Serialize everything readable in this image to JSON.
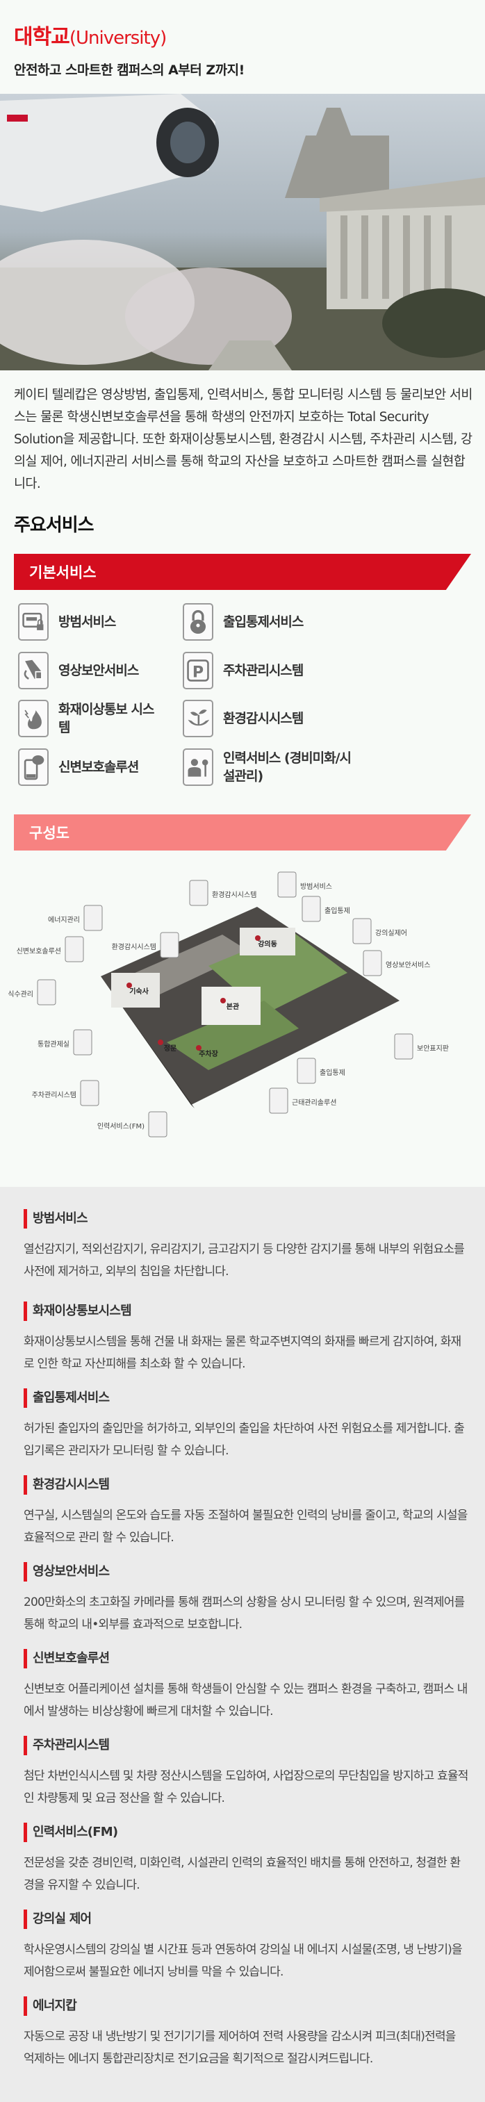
{
  "header": {
    "title_ko": "대학교",
    "title_en": "(University)",
    "subtitle": "안전하고 스마트한 캠퍼스의 A부터 Z까지!"
  },
  "intro": "케이티 텔레캅은 영상방범, 출입통제, 인력서비스, 통합 모니터링 시스템 등 물리보안 서비스는 물론 학생신변보호솔루션을 통해 학생의 안전까지 보호하는 Total Security Solution을 제공합니다. 또한 화재이상통보시스템, 환경감시 시스템, 주차관리 시스템, 강의실 제어, 에너지관리 서비스를 통해 학교의 자산을 보호하고 스마트한 캠퍼스를 실현합니다.",
  "services": {
    "title": "주요서비스",
    "banner": "기본서비스",
    "items": [
      {
        "label": "방범서비스",
        "icon": "keypad-lock-icon"
      },
      {
        "label": "출입통제서비스",
        "icon": "padlock-icon"
      },
      {
        "label": "영상보안서비스",
        "icon": "cctv-camera-icon"
      },
      {
        "label": "주차관리시스템",
        "icon": "parking-icon"
      },
      {
        "label": "화재이상통보 시스템",
        "icon": "fire-icon"
      },
      {
        "label": "환경감시시스템",
        "icon": "plant-hands-icon"
      },
      {
        "label": "신변보호솔루션",
        "icon": "phone-chat-icon"
      },
      {
        "label": "인력서비스 (경비미화/시설관리)",
        "icon": "staff-key-icon"
      }
    ]
  },
  "diagram": {
    "banner": "구성도",
    "labels": [
      "환경감시시스템",
      "방범서비스",
      "출입통제",
      "강의실제어",
      "영상보안서비스",
      "에너지관리",
      "환경감시시스템",
      "신변보호솔루션",
      "식수관리",
      "통합관제실",
      "보안표지판",
      "출입통제",
      "주차관리시스템",
      "근태관리솔루션",
      "인력서비스(FM)"
    ],
    "places": [
      "강의동",
      "기숙사",
      "본관",
      "정문",
      "주차장"
    ]
  },
  "details": [
    {
      "title": "방범서비스",
      "desc": "열선감지기, 적외선감지기, 유리감지기, 금고감지기 등 다양한 감지기를 통해 내부의 위험요소를 사전에 제거하고, 외부의 침입을 차단합니다."
    },
    {
      "title": "화재이상통보시스템",
      "desc": "화재이상통보시스템을 통해 건물 내 화재는 물론 학교주변지역의 화재를 빠르게 감지하여, 화재로 인한 학교 자산피해를 최소화 할 수 있습니다."
    },
    {
      "title": "출입통제서비스",
      "desc": "허가된 출입자의 출입만을 허가하고, 외부인의 출입을 차단하여 사전 위험요소를 제거합니다. 출입기록은 관리자가 모니터링 할 수 있습니다."
    },
    {
      "title": "환경감시시스템",
      "desc": "연구실, 시스템실의 온도와 습도를 자동 조절하여 불필요한 인력의 낭비를 줄이고, 학교의 시설을 효율적으로 관리 할 수 있습니다."
    },
    {
      "title": "영상보안서비스",
      "desc": "200만화소의 초고화질 카메라를 통해 캠퍼스의 상황을 상시 모니터링 할 수 있으며, 원격제어를 통해 학교의 내•외부를 효과적으로 보호합니다."
    },
    {
      "title": "신변보호솔루션",
      "desc": "신변보호 어플리케이션 설치를 통해 학생들이 안심할 수 있는 캠퍼스 환경을 구축하고, 캠퍼스 내에서 발생하는 비상상황에 빠르게 대처할 수 있습니다."
    },
    {
      "title": "주차관리시스템",
      "desc": "첨단 차번인식시스템 및 차량 정산시스템을 도입하여, 사업장으로의 무단침입을 방지하고 효율적인 차량통제 및 요금 정산을 할 수 있습니다."
    },
    {
      "title": "인력서비스(FM)",
      "desc": "전문성을 갖춘 경비인력, 미화인력, 시설관리 인력의 효율적인 배치를 통해 안전하고, 청결한 환경을 유지할 수 있습니다."
    },
    {
      "title": "강의실 제어",
      "desc": "학사운영시스템의 강의실 별 시간표 등과 연동하여 강의실 내 에너지 시설물(조명, 냉 난방기)을 제어함으로써 불필요한 에너지 낭비를 막을 수 있습니다."
    },
    {
      "title": "에너지캅",
      "desc": "자동으로 공장 내 냉난방기 및 전기기기를 제어하여 전력 사용량을 감소시켜 피크(최대)전력을 억제하는 에너지 통합관리장치로 전기요금을 획기적으로 절감시켜드립니다."
    }
  ],
  "colors": {
    "accent": "#e3161f",
    "banner_primary": "#d40d1e",
    "banner_secondary": "#f78281",
    "detail_bg": "#ebebeb"
  }
}
